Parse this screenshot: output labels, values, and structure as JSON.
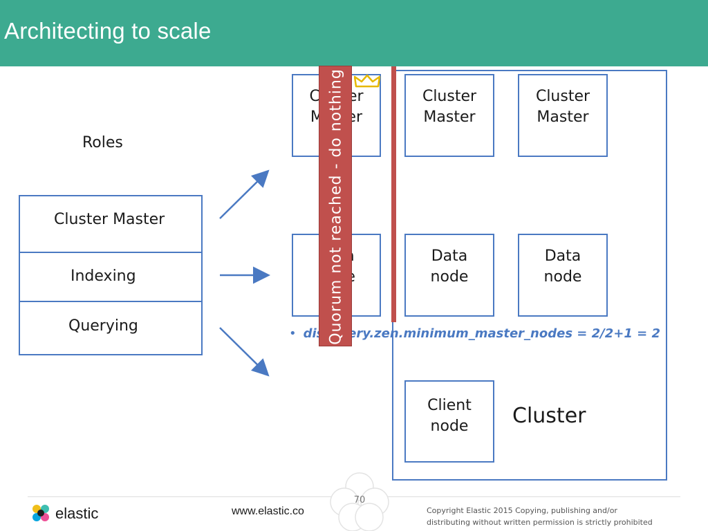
{
  "header": {
    "title": "Architecting to scale",
    "background": "#3daa90"
  },
  "roles": {
    "heading": "Roles",
    "items": [
      "Cluster Master",
      "Indexing",
      "Querying"
    ]
  },
  "nodes": {
    "master_left": "Cluster\nMaster",
    "master_mid": "Cluster\nMaster",
    "master_right": "Cluster\nMaster",
    "data_left": "Data\nnode",
    "data_mid": "Data\nnode",
    "data_right": "Data\nnode",
    "client": "Client\nnode"
  },
  "cluster": {
    "label": "Cluster"
  },
  "quorum": {
    "text": "Quorum not reached - do nothing",
    "color": "#c0504d"
  },
  "bullet": {
    "text": "discovery.zen.minimum_master_nodes = 2/2+1 = 2"
  },
  "icons": {
    "crown": "crown-icon",
    "logo": "elastic-logo-icon",
    "arrows": "arrow-icon"
  },
  "footer": {
    "brand": "elastic",
    "url": "www.elastic.co",
    "page": "70",
    "copyright": "Copyright Elastic 2015 Copying, publishing and/or distributing without written permission is strictly prohibited"
  },
  "colors": {
    "box_border": "#4a79c2",
    "arrow": "#4a79c2"
  }
}
